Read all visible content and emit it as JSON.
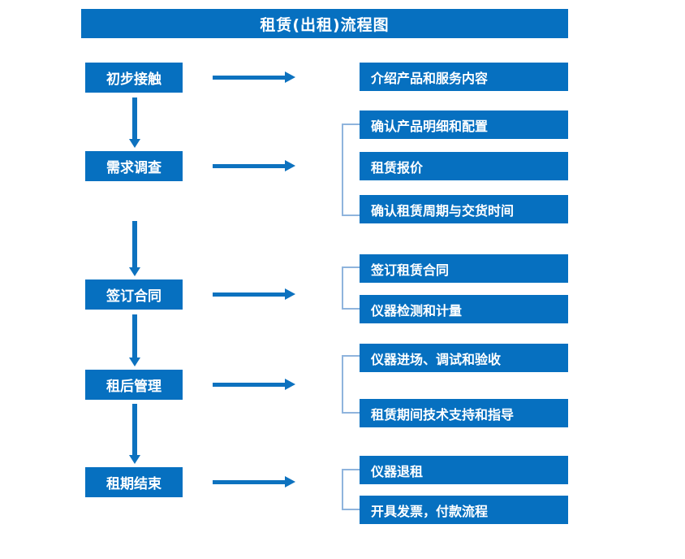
{
  "title": "租赁(出租)流程图",
  "theme": {
    "primary": "#0670c0",
    "arrow": "#0d72bf",
    "bracket": "#8fb4dd",
    "text_on_primary": "#ffffff",
    "background": "#ffffff"
  },
  "stages": [
    {
      "label": "初步接触"
    },
    {
      "label": "需求调查"
    },
    {
      "label": "签订合同"
    },
    {
      "label": "租后管理"
    },
    {
      "label": "租期结束"
    }
  ],
  "details": [
    {
      "label": "介绍产品和服务内容"
    },
    {
      "label": "确认产品明细和配置"
    },
    {
      "label": "租赁报价"
    },
    {
      "label": "确认租赁周期与交货时间"
    },
    {
      "label": "签订租赁合同"
    },
    {
      "label": "仪器检测和计量"
    },
    {
      "label": "仪器进场、调试和验收"
    },
    {
      "label": "租赁期间技术支持和指导"
    },
    {
      "label": "仪器退租"
    },
    {
      "label": "开具发票，付款流程"
    }
  ],
  "connectors": {
    "horizontal_count": 5,
    "vertical_count": 4,
    "bracket_count": 4
  }
}
